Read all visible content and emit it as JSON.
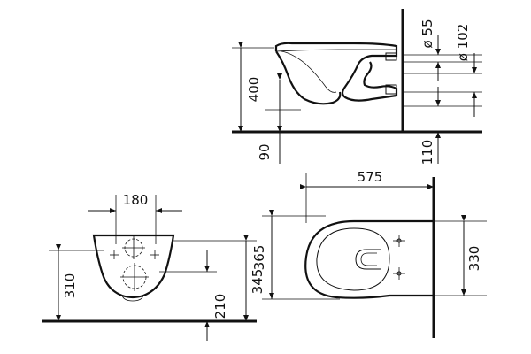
{
  "side_view": {
    "dim_height": "400",
    "dim_below": "90",
    "dim_pipe_small": "ø 55",
    "dim_pipe_large": "ø 102",
    "dim_outlet": "110"
  },
  "front_view": {
    "dim_width": "180",
    "dim_height": "310",
    "dim_low": "210",
    "dim_rim": "345"
  },
  "top_view": {
    "dim_length": "575",
    "dim_width_outer": "365",
    "dim_width_inner": "330"
  },
  "colors": {
    "line": "#111111",
    "background": "#ffffff"
  }
}
